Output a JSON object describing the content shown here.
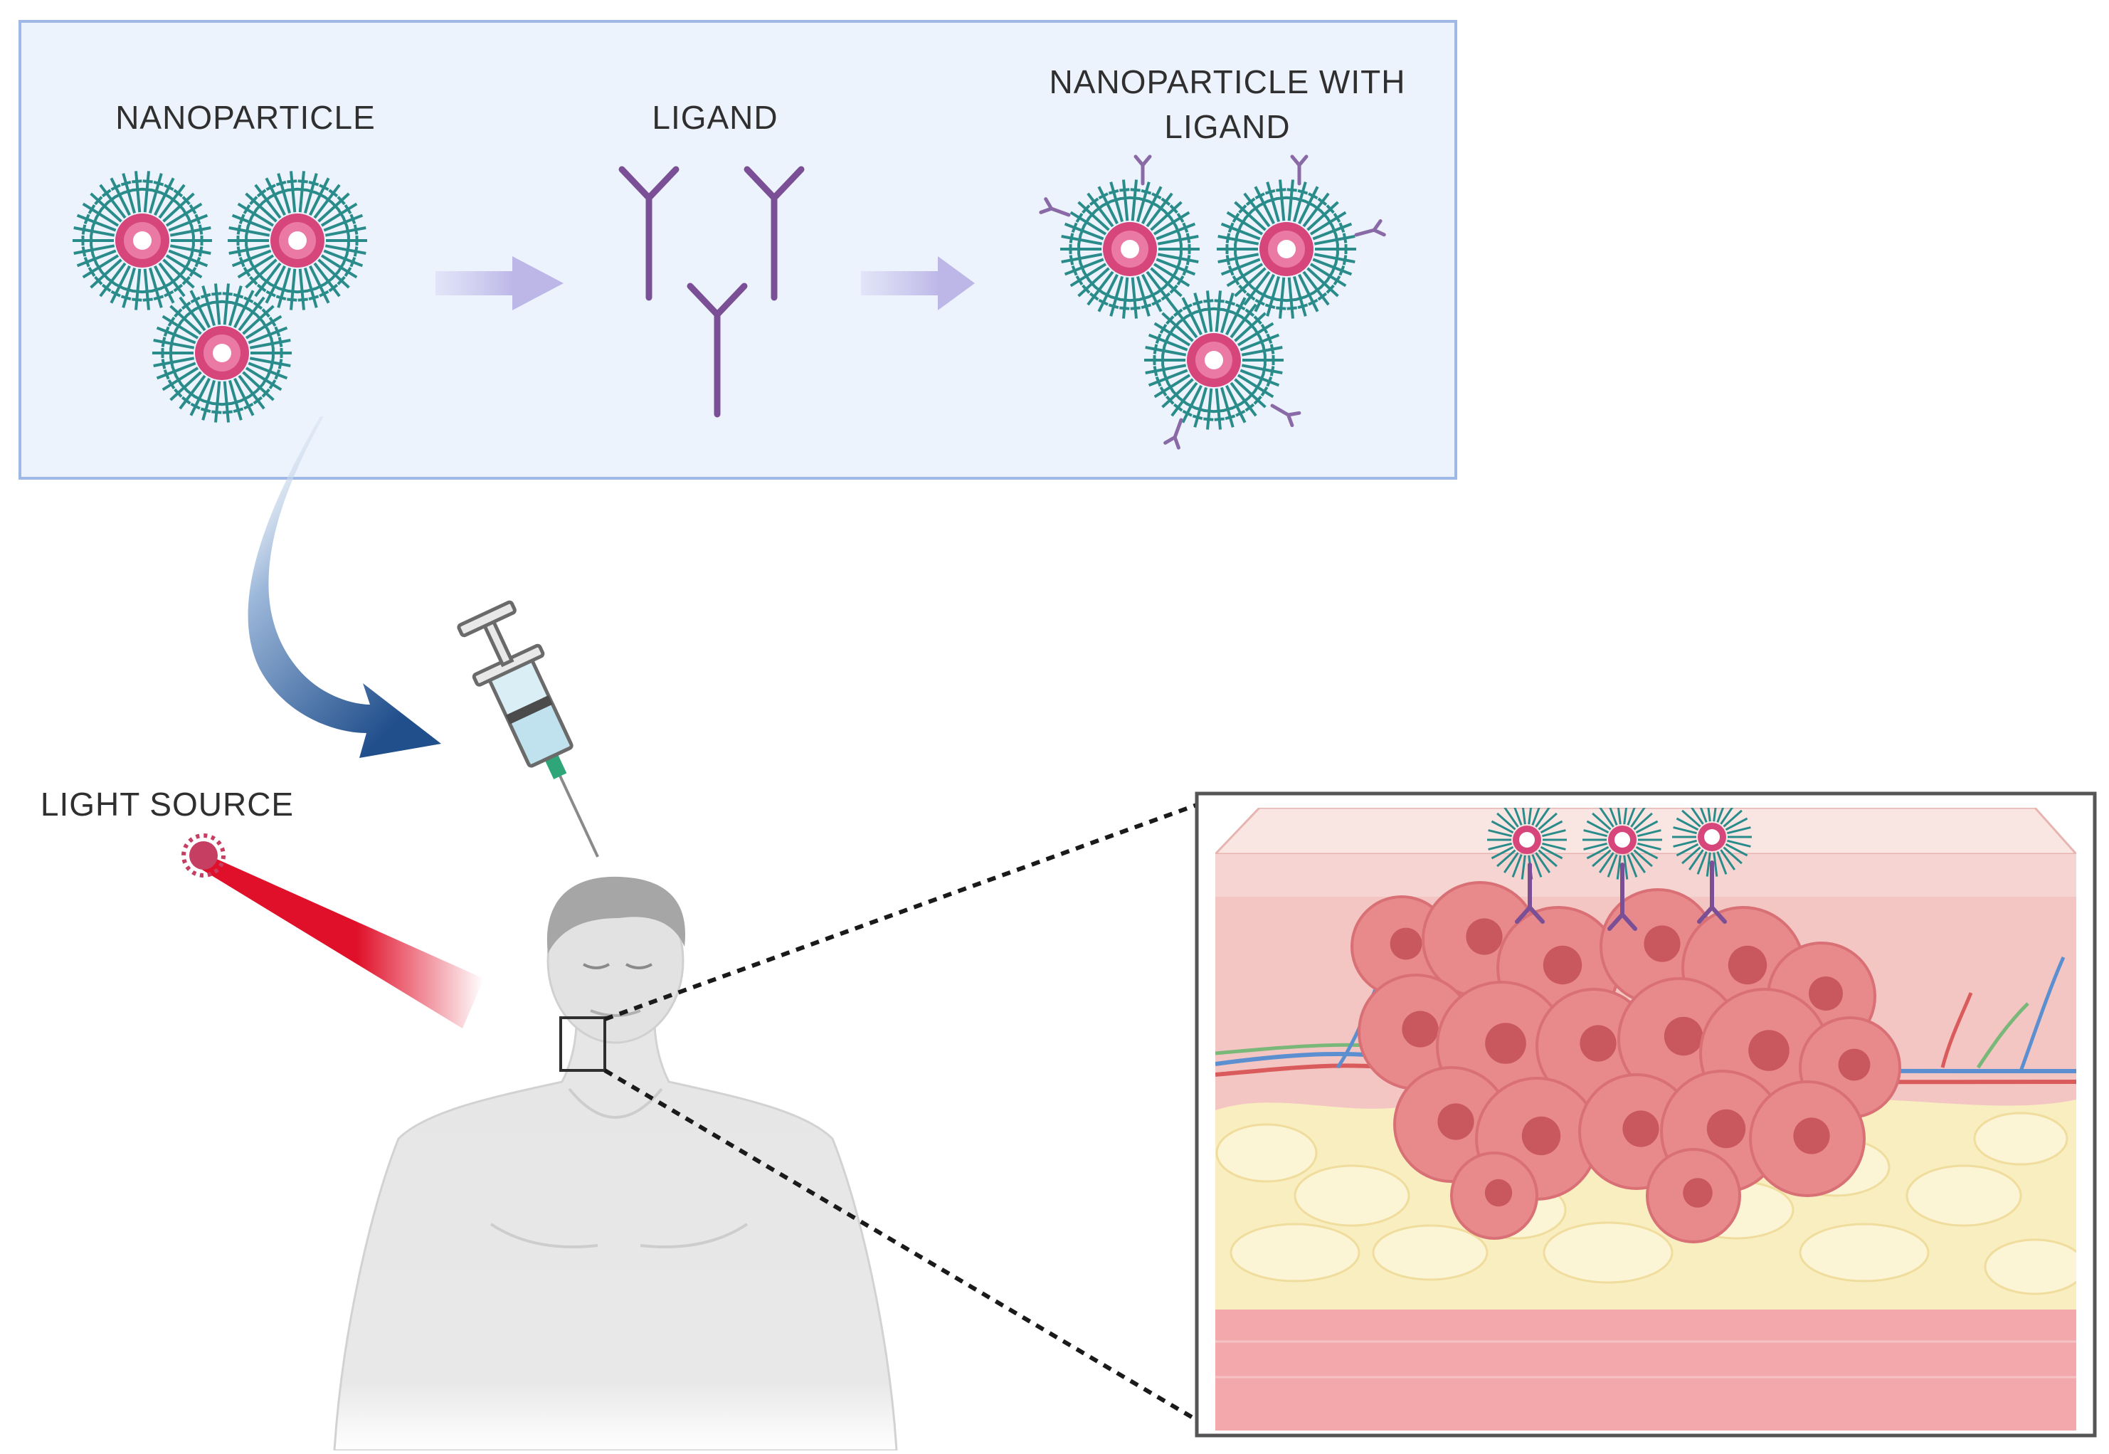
{
  "labels": {
    "nanoparticle": "NANOPARTICLE",
    "ligand": "LIGAND",
    "np_with_ligand_line1": "NANOPARTICLE WITH",
    "np_with_ligand_line2": "LIGAND",
    "light_source": "LIGHT SOURCE"
  },
  "colors": {
    "panel_fill": "#edf3fd",
    "panel_border": "#9fb8e6",
    "np_shell": "#2a8c8a",
    "np_core": "#d6467a",
    "ligand": "#7b4f95",
    "process_arrow": "#c8c4ec",
    "curved_arrow": "#2b5c96",
    "laser_beam": "#e0102a",
    "skin_top": "#f7d7d3",
    "dermis": "#f4c6c3",
    "fat": "#f8eec0",
    "muscle": "#f3a9ab",
    "tumor": "#e8898c",
    "vessel_blue": "#5b8fd0",
    "vessel_red": "#d95b5b",
    "vessel_green": "#79b879",
    "body_fill": "#e3e3e3",
    "hair": "#a6a6a6"
  }
}
